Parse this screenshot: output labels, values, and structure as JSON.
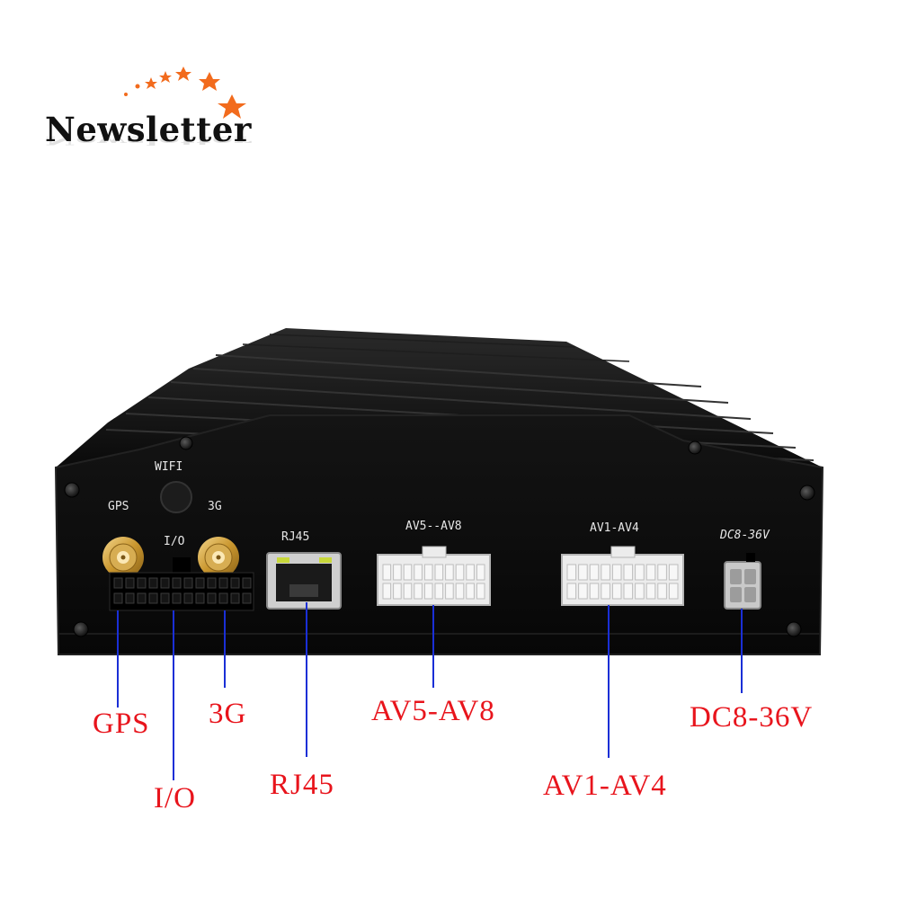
{
  "logo": {
    "text": "Newsletter",
    "star_color": "#f26b1d"
  },
  "panel_labels": {
    "wifi": "WIFI",
    "gps": "GPS",
    "three_g": "3G",
    "io": "I/O",
    "rj45": "RJ45",
    "av5_av8": "AV5--AV8",
    "av1_av4": "AV1-AV4",
    "dc": "DC8-36V"
  },
  "callouts": {
    "gps": "GPS",
    "io": "I/O",
    "three_g": "3G",
    "rj45": "RJ45",
    "av5_av8": "AV5-AV8",
    "av1_av4": "AV1-AV4",
    "dc": "DC8-36V"
  },
  "colors": {
    "callout_text": "#e8141c",
    "leader_line": "#1a2fd6",
    "device_body": "#0d0d0d"
  }
}
